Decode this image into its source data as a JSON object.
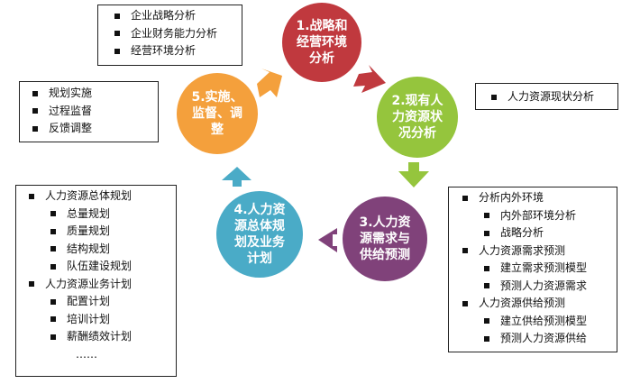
{
  "stages": [
    {
      "label": "1.战略和\n经营环境\n分析",
      "color": "#c0393e"
    },
    {
      "label": "2.现有人\n力资源状\n况分析",
      "color": "#95c53d"
    },
    {
      "label": "3.人力资\n源需求与\n供给预测",
      "color": "#80427a"
    },
    {
      "label": "4.人力资\n源总体规\n划及业务\n计划",
      "color": "#4aabc7"
    },
    {
      "label": "5.实施、\n监督、调\n整",
      "color": "#f4a03c"
    }
  ],
  "arrow_colors": [
    "#c0393e",
    "#95c53d",
    "#80427a",
    "#4aabc7",
    "#f4a03c"
  ],
  "boxes": {
    "strategy": [
      "企业战略分析",
      "企业财务能力分析",
      "经营环境分析"
    ],
    "current": [
      "人力资源现状分析"
    ],
    "forecast": [
      {
        "text": "分析内外环境",
        "level": 1
      },
      {
        "text": "内外部环境分析",
        "level": 2
      },
      {
        "text": "战略分析",
        "level": 2
      },
      {
        "text": "人力资源需求预测",
        "level": 1
      },
      {
        "text": "建立需求预测模型",
        "level": 2
      },
      {
        "text": "预测人力资源需求",
        "level": 2
      },
      {
        "text": "人力资源供给预测",
        "level": 1
      },
      {
        "text": "建立供给预测模型",
        "level": 2
      },
      {
        "text": "预测人力资源供给",
        "level": 2
      }
    ],
    "planning": [
      {
        "text": "人力资源总体规划",
        "level": 1
      },
      {
        "text": "总量规划",
        "level": 2
      },
      {
        "text": "质量规划",
        "level": 2
      },
      {
        "text": "结构规划",
        "level": 2
      },
      {
        "text": "队伍建设规划",
        "level": 2
      },
      {
        "text": "人力资源业务计划",
        "level": 1
      },
      {
        "text": "配置计划",
        "level": 2
      },
      {
        "text": "培训计划",
        "level": 2
      },
      {
        "text": "薪酬绩效计划",
        "level": 2
      },
      {
        "text": "……",
        "level": 3
      }
    ],
    "implement": [
      "规划实施",
      "过程监督",
      "反馈调整"
    ]
  }
}
